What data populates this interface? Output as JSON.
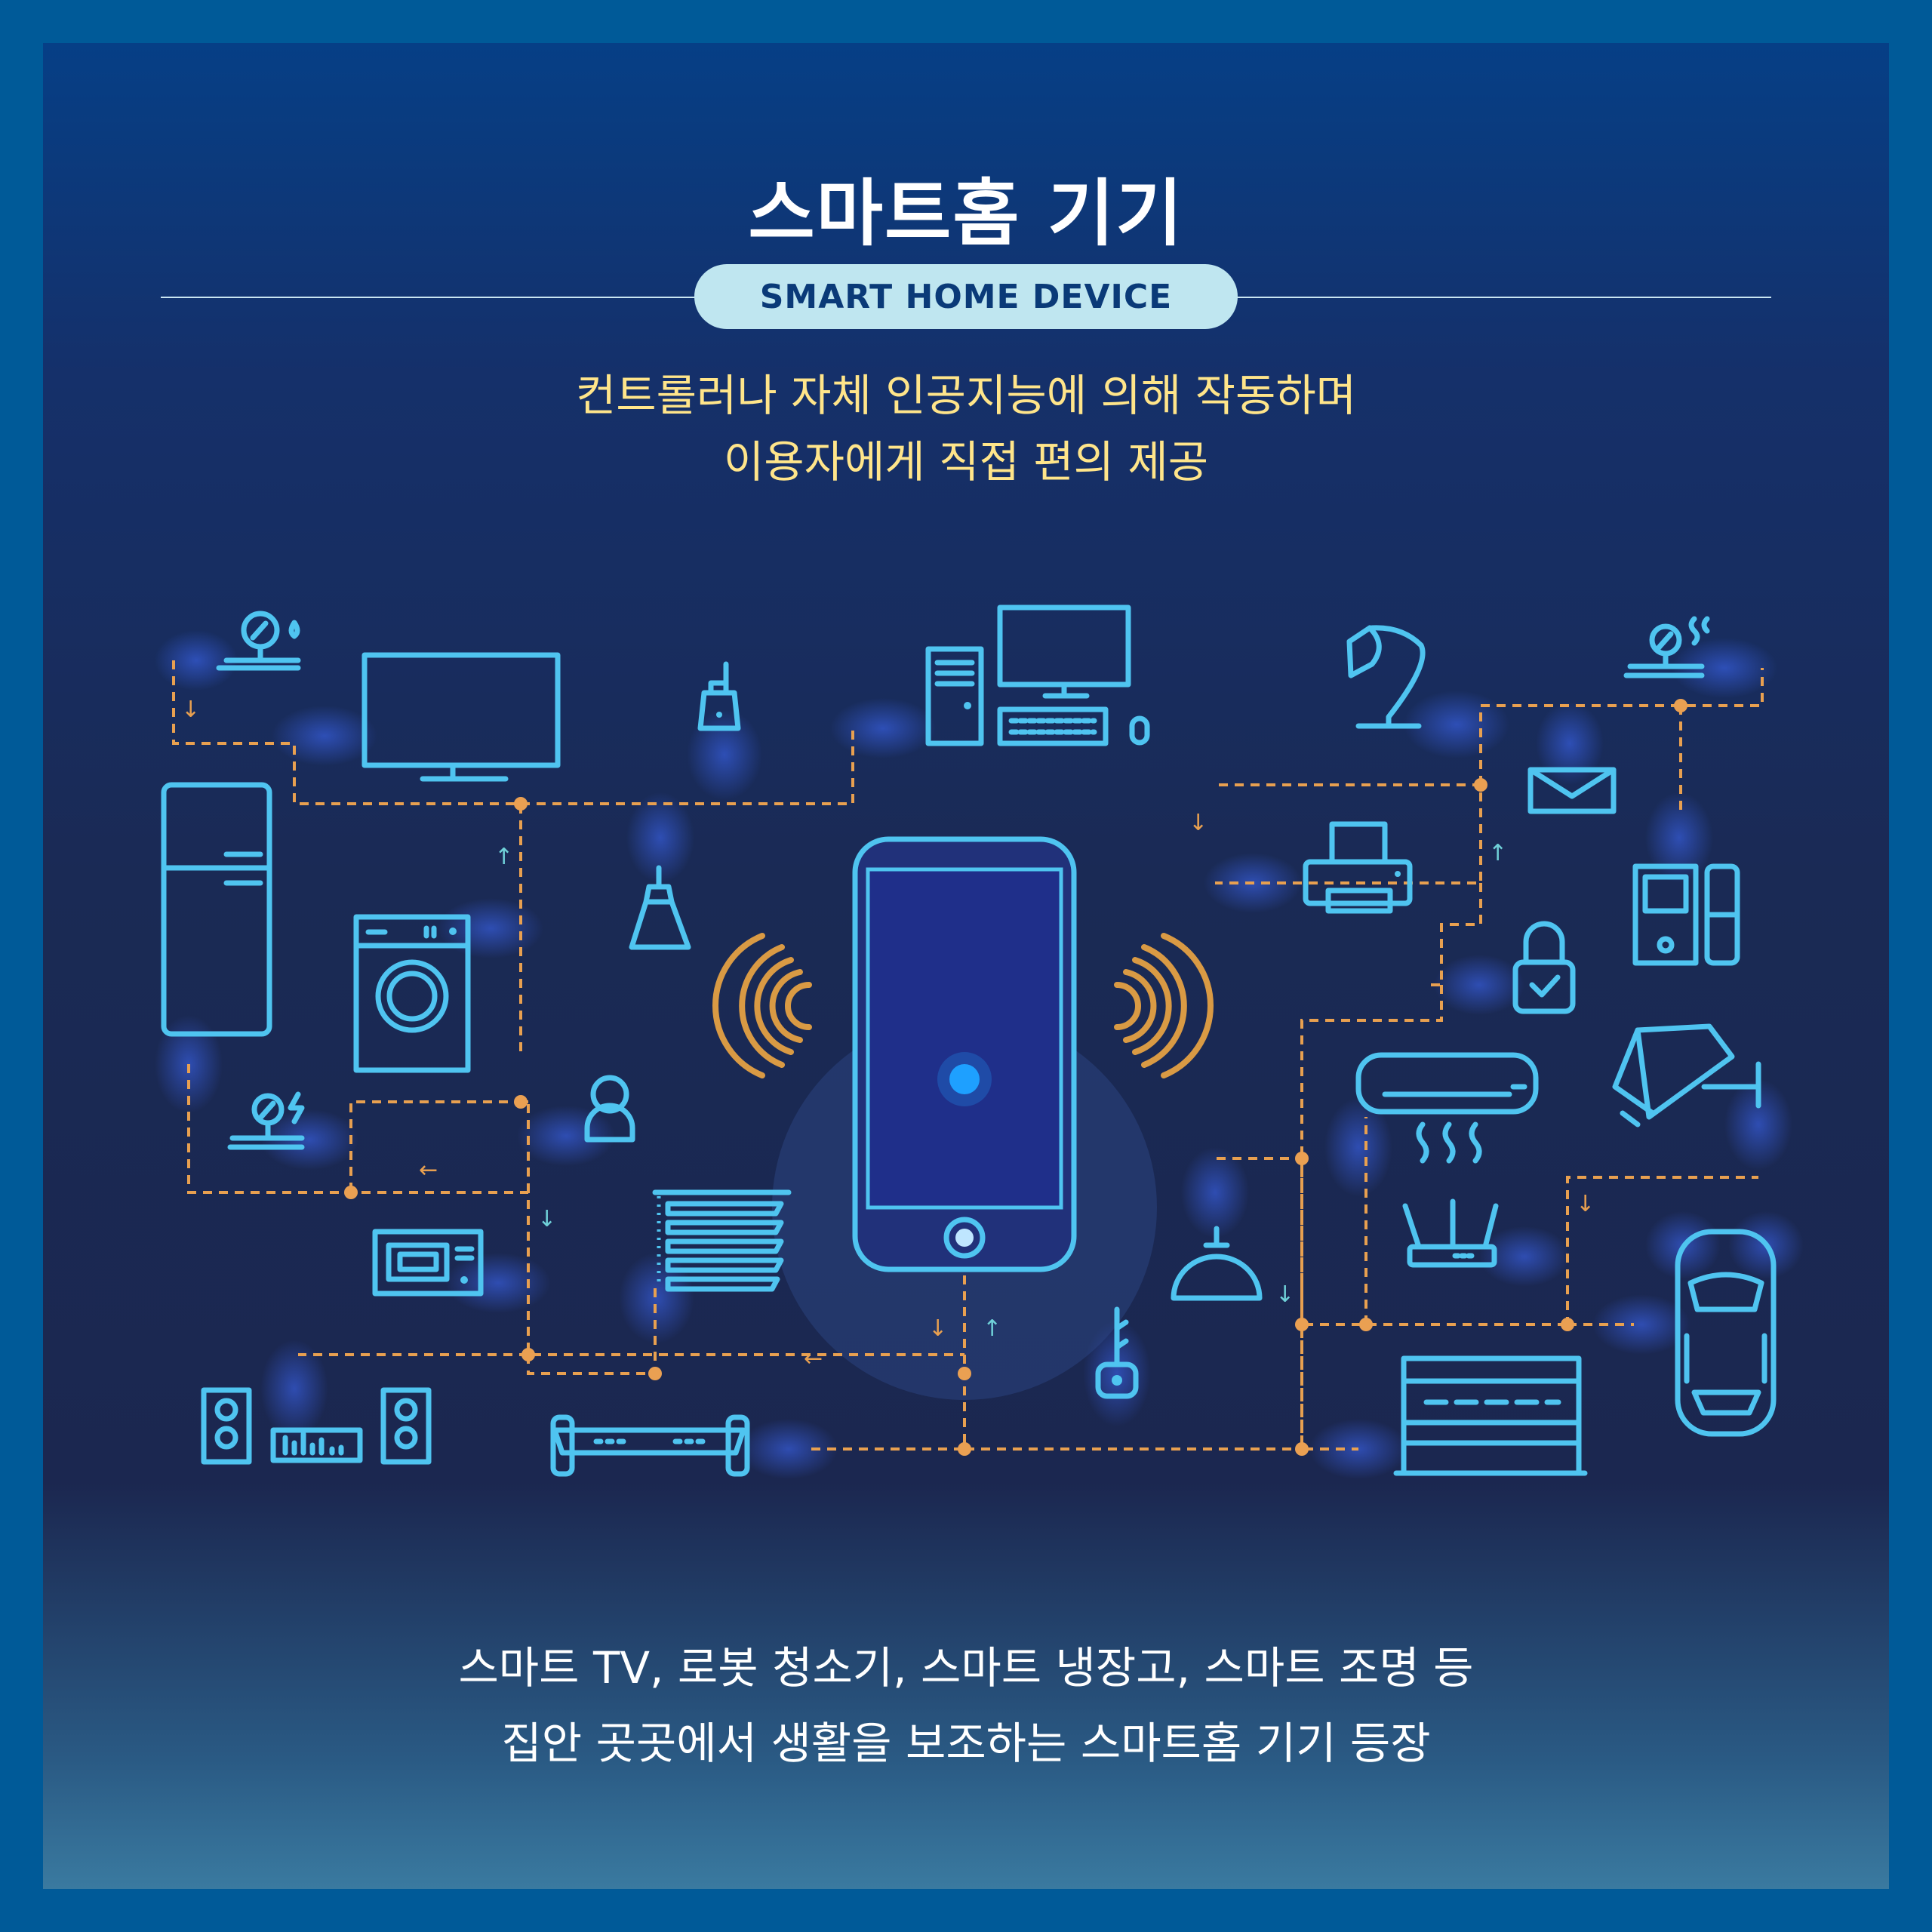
{
  "title": "스마트홈 기기",
  "badge": "SMART HOME DEVICE",
  "description": [
    "컨트롤러나 자체 인공지능에 의해 작동하며",
    "이용자에게 직접 편의 제공"
  ],
  "footer": [
    "스마트 TV, 로봇 청소기, 스마트 냉장고, 스마트 조명 등",
    "집안 곳곳에서 생활을 보조하는 스마트홈 기기 등장"
  ],
  "colors": {
    "frame": "#005a98",
    "icon": "#4fc4f0",
    "wire": "#e8a050",
    "title": "#ffffff",
    "description": "#ffe58a",
    "badge_bg": "#bfe6f0",
    "badge_text": "#0a3a78"
  },
  "devices": [
    "gas-meter-icon",
    "tv-icon",
    "phone-icon",
    "desktop-computer-icon",
    "desk-lamp-icon",
    "stove-meter-icon",
    "refrigerator-icon",
    "washing-machine-icon",
    "pendant-lamp-icon",
    "smartphone-icon",
    "mail-icon",
    "printer-icon",
    "intercom-icon",
    "lock-icon",
    "air-conditioner-icon",
    "cctv-camera-icon",
    "electric-meter-icon",
    "user-icon",
    "blinds-icon",
    "ceiling-lamp-icon",
    "router-icon",
    "car-icon",
    "microwave-icon",
    "key-icon",
    "audio-system-icon",
    "hoverboard-icon",
    "garage-door-icon",
    "wifi-signal-icon"
  ]
}
